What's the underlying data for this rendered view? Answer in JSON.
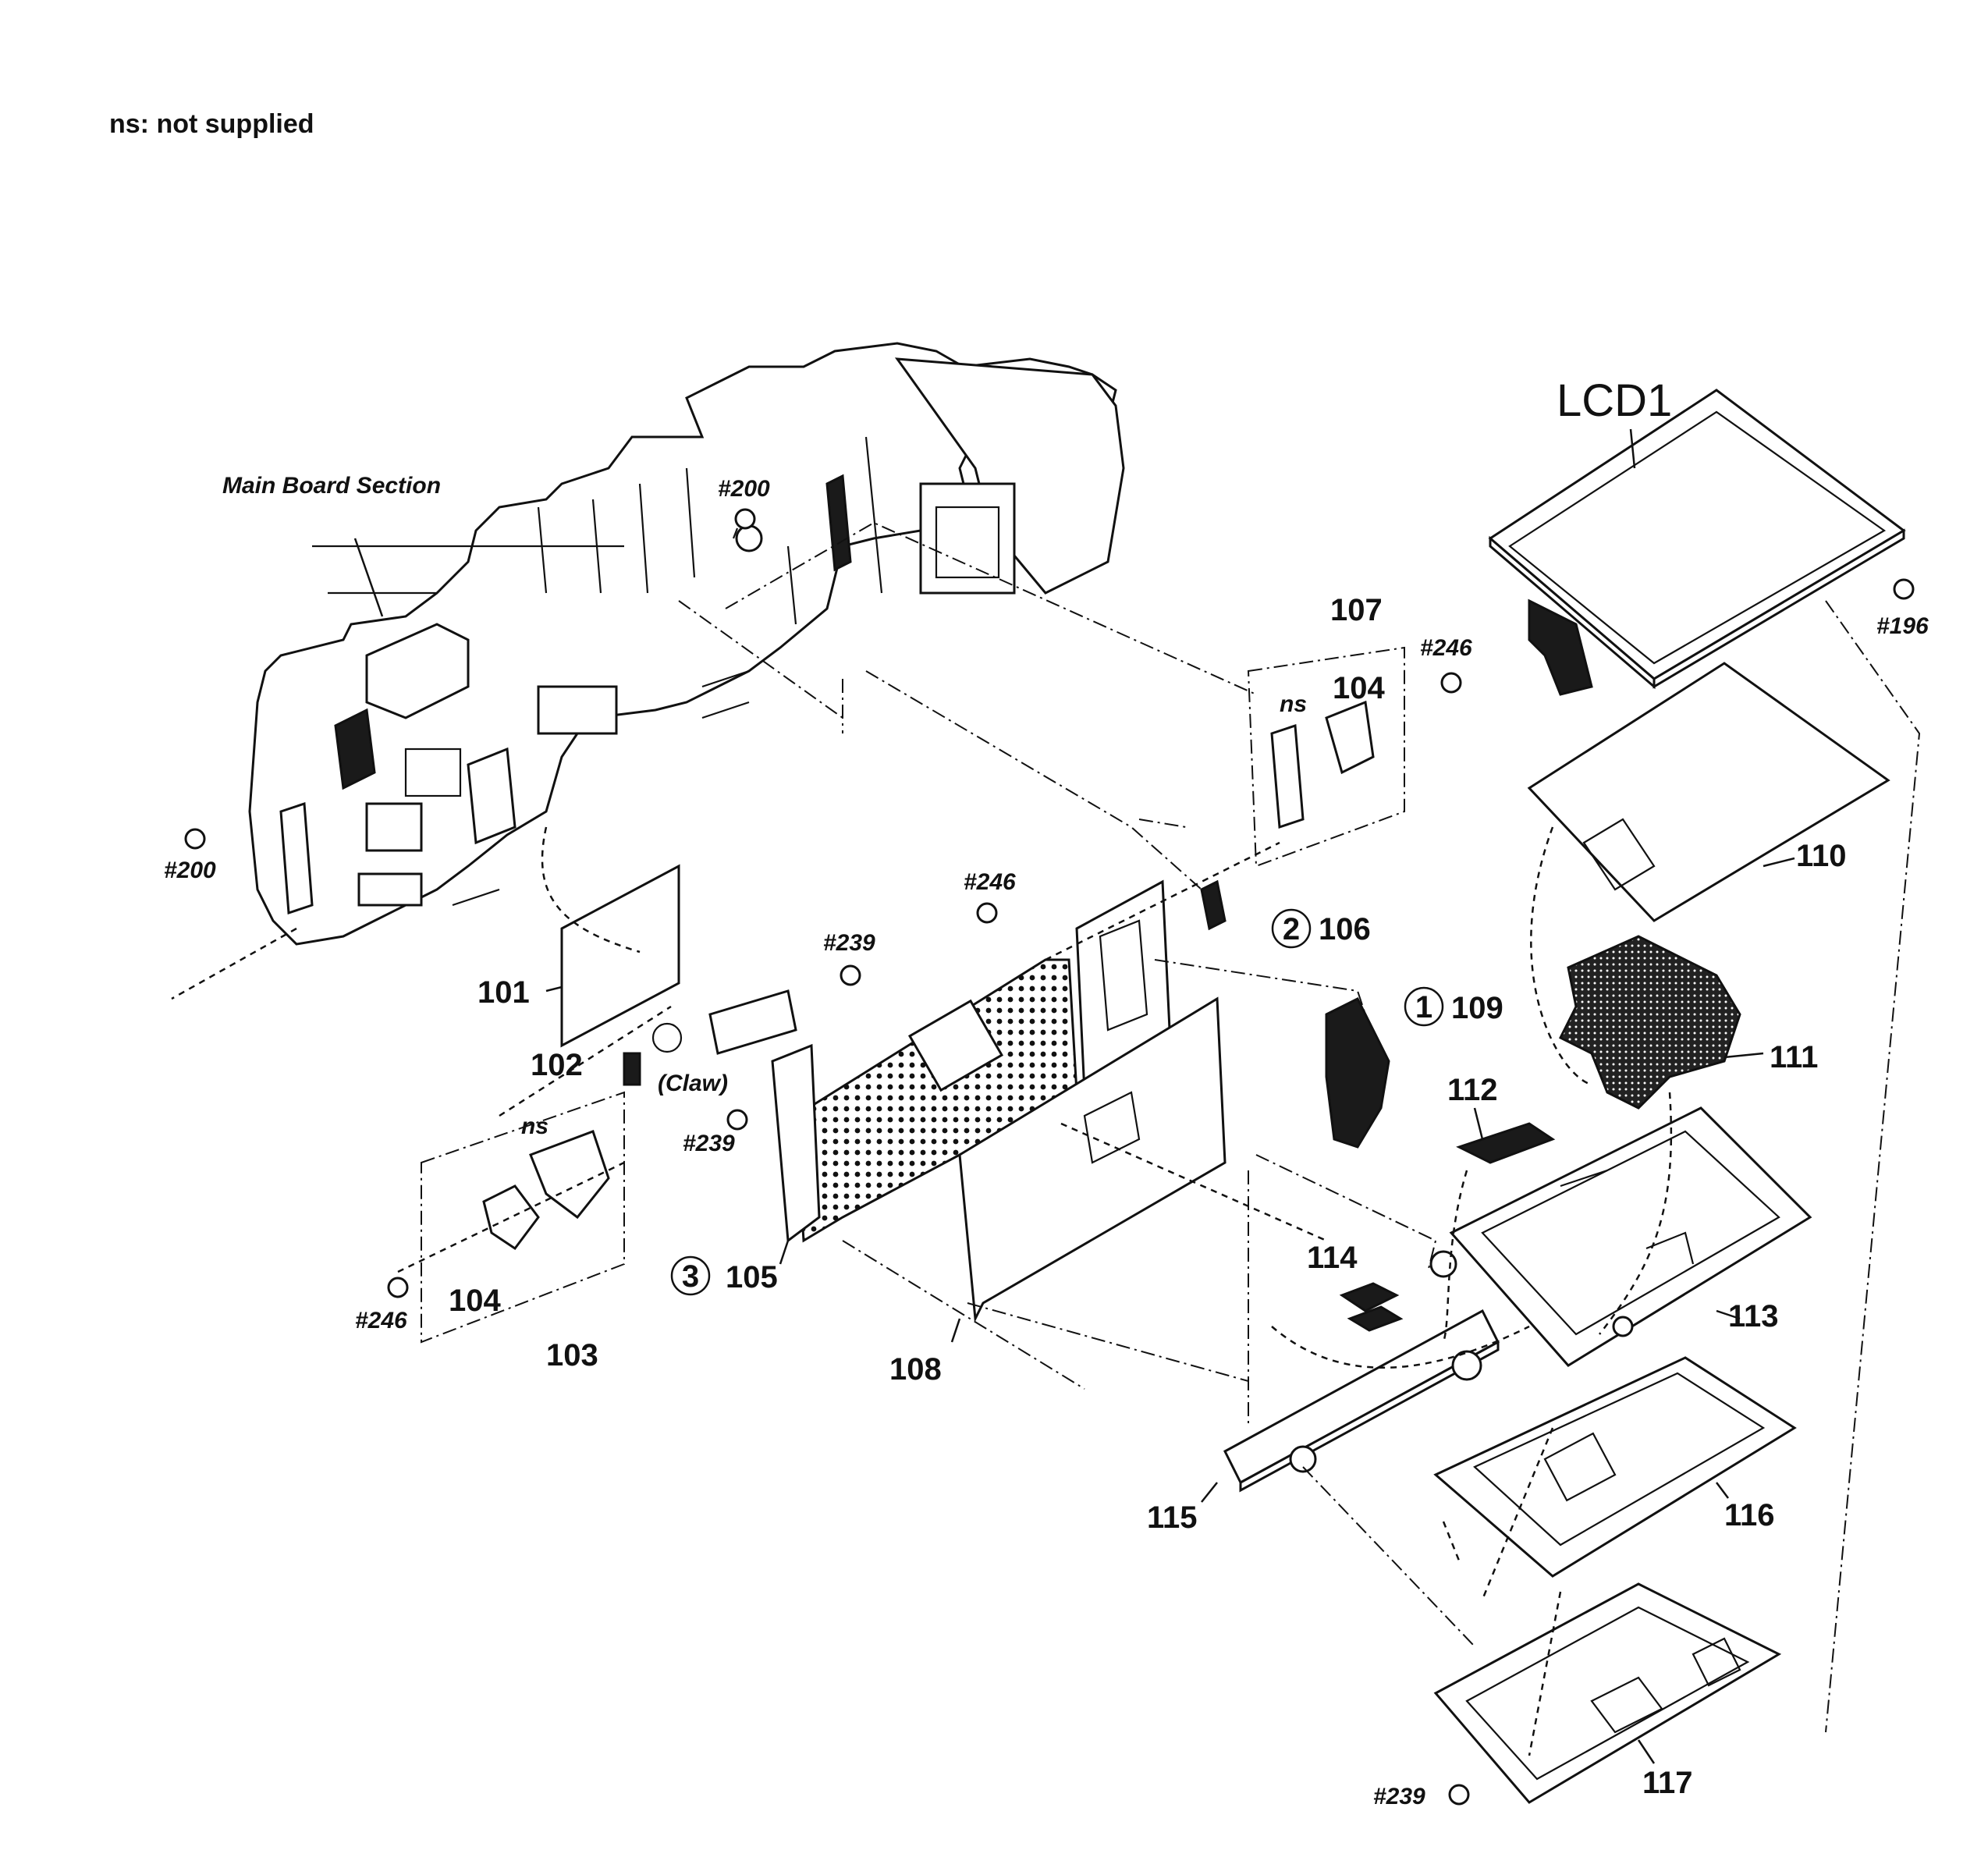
{
  "note": "ns: not supplied",
  "section_label": "Main Board Section",
  "lcd_label": "LCD1",
  "claw_label": "(Claw)",
  "ns_label": "ns",
  "part_numbers": {
    "p101": "101",
    "p102": "102",
    "p103": "103",
    "p104a": "104",
    "p104b": "104",
    "p105": "105",
    "p106": "106",
    "p107": "107",
    "p108": "108",
    "p109": "109",
    "p110": "110",
    "p111": "111",
    "p112": "112",
    "p113": "113",
    "p114": "114",
    "p115": "115",
    "p116": "116",
    "p117": "117"
  },
  "circled": {
    "c1": "1",
    "c2": "2",
    "c3": "3"
  },
  "screws": {
    "s200a": "#200",
    "s200b": "#200",
    "s196": "#196",
    "s246a": "#246",
    "s246b": "#246",
    "s246c": "#246",
    "s239a": "#239",
    "s239b": "#239",
    "s239c": "#239"
  }
}
